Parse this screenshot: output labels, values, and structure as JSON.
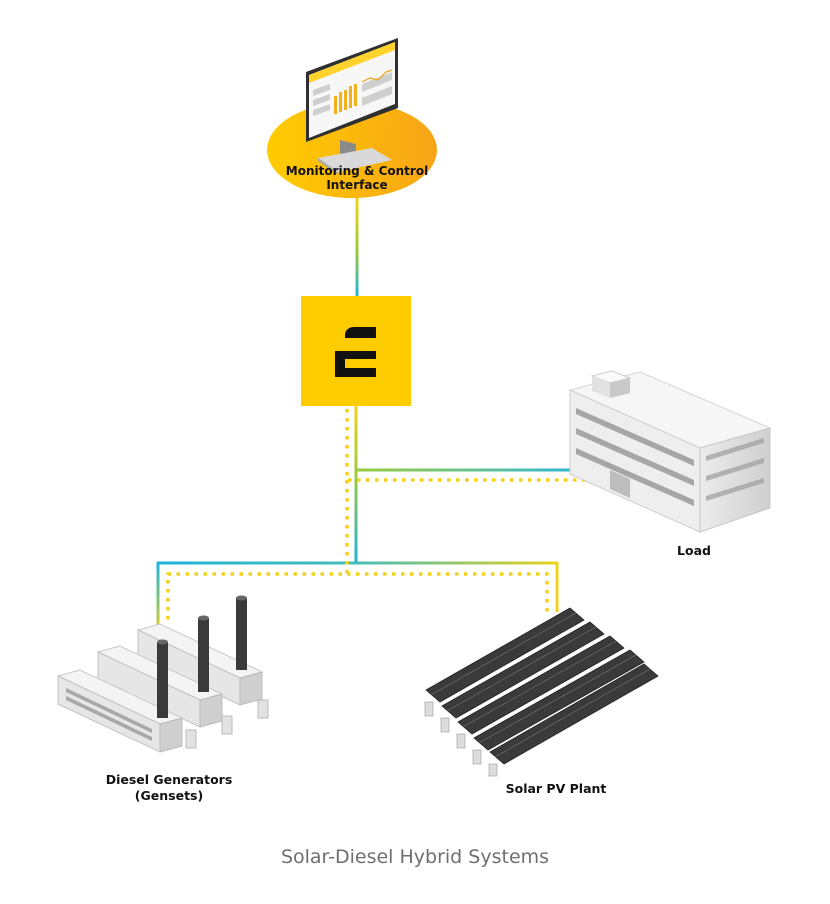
{
  "nodes": {
    "monitoring": {
      "line1": "Monitoring & Control",
      "line2": "Interface",
      "icon": "monitor-icon"
    },
    "controller": {
      "icon": "brand-e-logo"
    },
    "load": {
      "label": "Load",
      "icon": "building-icon"
    },
    "gensets": {
      "line1": "Diesel Generators",
      "line2": "(Gensets)",
      "icon": "generator-icon"
    },
    "solar": {
      "label": "Solar PV Plant",
      "icon": "solar-panel-icon"
    }
  },
  "caption": "Solar-Diesel Hybrid Systems",
  "colors": {
    "accent_yellow": "#FFCC00",
    "orange": "#F7A416",
    "line_blue": "#1FB4DA",
    "line_green": "#9ACB3C",
    "dots_yellow": "#F5D21A",
    "caption_grey": "#6F6F6F"
  }
}
